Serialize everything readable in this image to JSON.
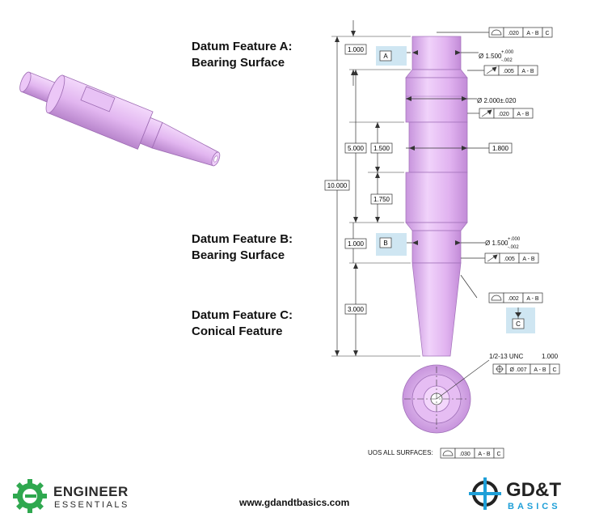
{
  "labels": {
    "datum_a_line1": "Datum Feature A:",
    "datum_a_line2": "Bearing Surface",
    "datum_b_line1": "Datum Feature B:",
    "datum_b_line2": "Bearing Surface",
    "datum_c_line1": "Datum Feature C:",
    "datum_c_line2": "Conical Feature"
  },
  "dims": {
    "top_1000": "1.000",
    "d_5000": "5.000",
    "d_1500": "1.500",
    "d_1750": "1.750",
    "d_10000": "10.000",
    "b_1000": "1.000",
    "d_3000": "3.000",
    "d_1800": "1.800",
    "dia_a": "Ø 1.500",
    "dia_a_plus": "+.000",
    "dia_a_minus": "-.002",
    "dia_2000": "Ø 2.000±.020",
    "dia_b": "Ø 1.500",
    "dia_b_plus": "+.000",
    "dia_b_minus": "-.002",
    "thread": "1/2-13 UNC",
    "thread_depth": "1.000",
    "uos": "UOS ALL SURFACES:"
  },
  "datums": {
    "a": "A",
    "b": "B",
    "c": "C"
  },
  "fcf": {
    "top_profile": {
      "tol": ".020",
      "ref1": "A - B",
      "ref2": "C"
    },
    "runout_a": {
      "tol": ".005",
      "ref1": "A - B"
    },
    "runout_2000": {
      "tol": ".020",
      "ref1": "A - B"
    },
    "runout_b": {
      "tol": ".005",
      "ref1": "A - B"
    },
    "profile_c": {
      "tol": ".002",
      "ref1": "A - B"
    },
    "position": {
      "tol": "Ø .007",
      "ref1": "A - B",
      "ref2": "C"
    },
    "uos": {
      "tol": ".030",
      "ref1": "A - B",
      "ref2": "C"
    }
  },
  "brand_left": {
    "line1": "ENGINEER",
    "line2": "ESSENTIALS",
    "color": "#2fa84f"
  },
  "url": "www.gdandtbasics.com",
  "brand_right": {
    "line1": "GD&T",
    "line2": "BASICS",
    "color": "#1e9fd8"
  },
  "colors": {
    "part": "#e2b6f0",
    "part_dark": "#c48fd8",
    "datum_bg": "#cfe6f2"
  }
}
